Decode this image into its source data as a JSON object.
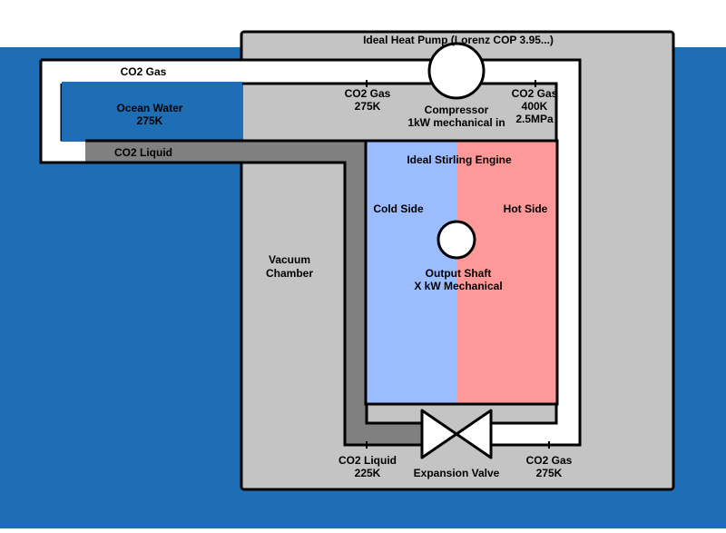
{
  "colors": {
    "ocean": "#1e6eb5",
    "chamber": "#c4c4c4",
    "cold_side": "#9bbcff",
    "hot_side": "#ff9999",
    "gas_pipe": "#ffffff",
    "liquid_pipe": "#808080",
    "outline": "#000000"
  },
  "heat_pump": {
    "title": "Ideal Heat Pump (Lorenz COP 3.95...)"
  },
  "pipes": {
    "gas_label": "CO2 Gas",
    "liquid_label": "CO2 Liquid"
  },
  "ocean": {
    "label": "Ocean Water",
    "temperature": "275K"
  },
  "compressor": {
    "label": "Compressor",
    "power": "1kW mechanical in",
    "inlet": {
      "label": "CO2 Gas",
      "temperature": "275K"
    },
    "outlet": {
      "label": "CO2 Gas",
      "temperature": "400K",
      "pressure": "2.5MPa"
    }
  },
  "engine": {
    "title": "Ideal Stirling Engine",
    "cold_label": "Cold Side",
    "hot_label": "Hot Side",
    "shaft_label": "Output Shaft",
    "shaft_power": "X kW Mechanical"
  },
  "chamber": {
    "label_line1": "Vacuum",
    "label_line2": "Chamber"
  },
  "expansion_valve": {
    "label": "Expansion Valve",
    "inlet": {
      "label": "CO2 Liquid",
      "temperature": "225K"
    },
    "outlet": {
      "label": "CO2 Gas",
      "temperature": "275K"
    }
  }
}
